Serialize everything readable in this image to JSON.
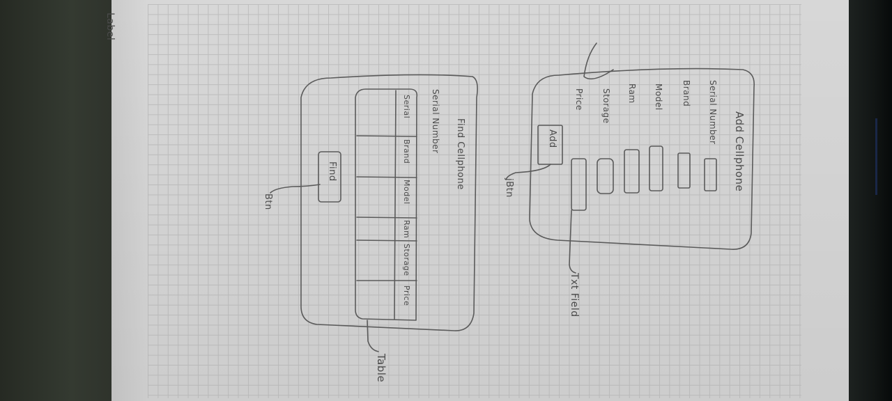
{
  "add_panel": {
    "title": "Add Cellphone",
    "labels": [
      "Serial Number",
      "Brand",
      "Model",
      "Ram",
      "Storage",
      "Price"
    ],
    "button": "Add"
  },
  "find_panel": {
    "title": "Find Cellphone",
    "field_label": "Serial Number",
    "columns": [
      "Serial",
      "Brand",
      "Model",
      "Ram",
      "Storage",
      "Price"
    ],
    "button": "Find"
  },
  "annotations": {
    "label": "Label",
    "jbtn": "jBtn",
    "text_field": "Txt Field",
    "table": "Table",
    "btn": "Btn"
  },
  "colors": {
    "paper": "#dedede",
    "pencil": "#555555",
    "grid": "#a9a9a9",
    "background": "#2c3129"
  }
}
